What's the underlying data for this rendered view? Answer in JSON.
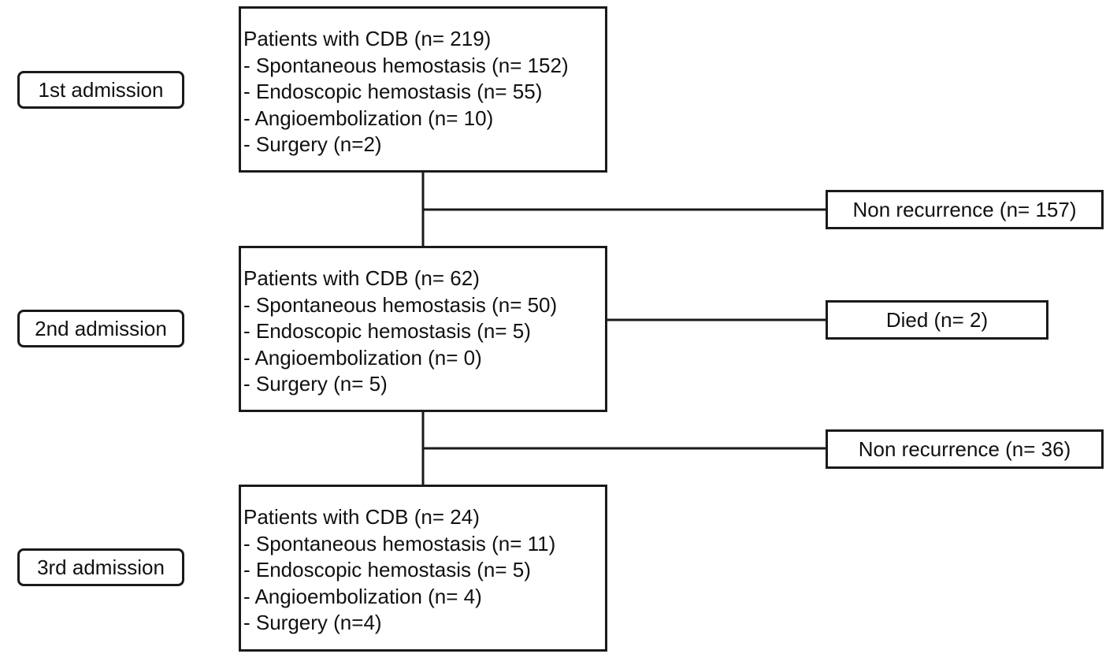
{
  "stages": [
    {
      "label": "1st admission"
    },
    {
      "label": "2nd admission"
    },
    {
      "label": "3rd admission"
    }
  ],
  "admissions": [
    {
      "title": "Patients with CDB  (n= 219)",
      "items": [
        "- Spontaneous hemostasis (n= 152)",
        "- Endoscopic hemostasis (n= 55)",
        "- Angioembolization (n= 10)",
        "- Surgery (n=2)"
      ]
    },
    {
      "title": "Patients with CDB (n= 62)",
      "items": [
        "- Spontaneous hemostasis (n= 50)",
        "- Endoscopic hemostasis (n= 5)",
        "- Angioembolization (n= 0)",
        "- Surgery (n= 5)"
      ]
    },
    {
      "title": "Patients with CDB (n= 24)",
      "items": [
        "- Spontaneous hemostasis (n= 11)",
        "- Endoscopic hemostasis (n= 5)",
        "- Angioembolization (n= 4)",
        "- Surgery (n=4)"
      ]
    }
  ],
  "outcomes": {
    "non_recurrence_1": "Non recurrence (n= 157)",
    "died": "Died (n= 2)",
    "non_recurrence_2": "Non recurrence (n= 36)"
  }
}
